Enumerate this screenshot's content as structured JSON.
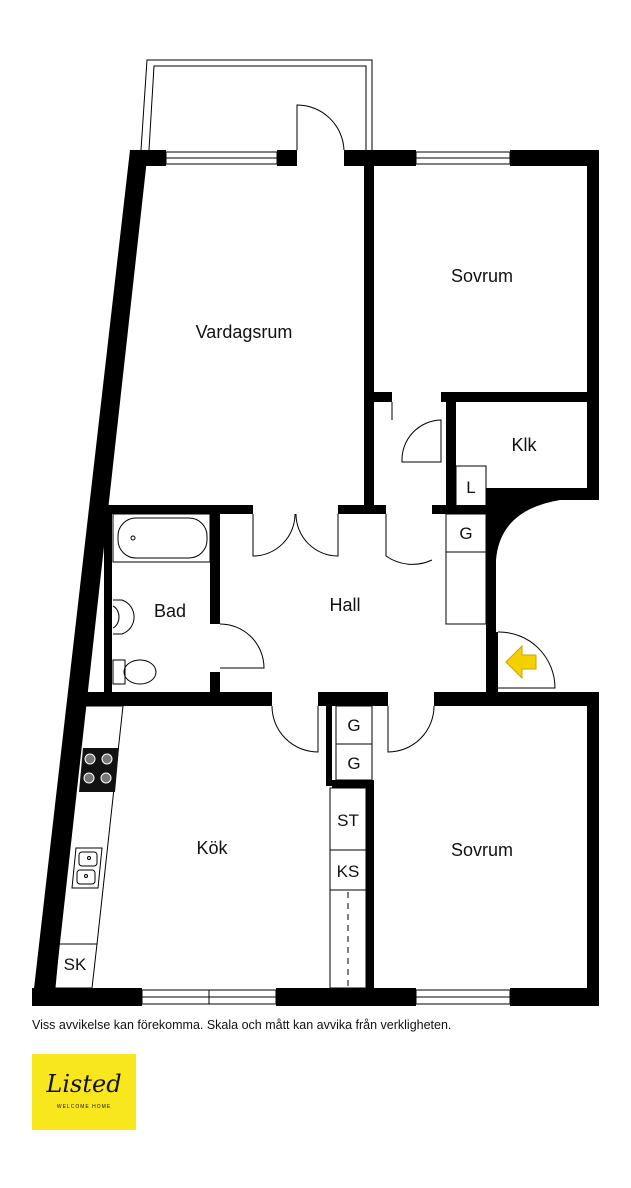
{
  "rooms": {
    "vardagsrum": "Vardagsrum",
    "sovrum_top": "Sovrum",
    "klk": "Klk",
    "bad": "Bad",
    "hall": "Hall",
    "kok": "Kök",
    "sovrum_bottom": "Sovrum"
  },
  "fixtures": {
    "l": "L",
    "g_hall": "G",
    "g_1": "G",
    "g_2": "G",
    "st": "ST",
    "ks": "KS",
    "sk": "SK"
  },
  "disclaimer": "Viss avvikelse kan förekomma. Skala och mått kan avvika från verkligheten.",
  "logo": {
    "brand": "Listed",
    "tagline": "WELCOME HOME",
    "color": "#f8e71c"
  },
  "colors": {
    "wall": "#000000",
    "entrance_arrow": "#f5d000"
  }
}
